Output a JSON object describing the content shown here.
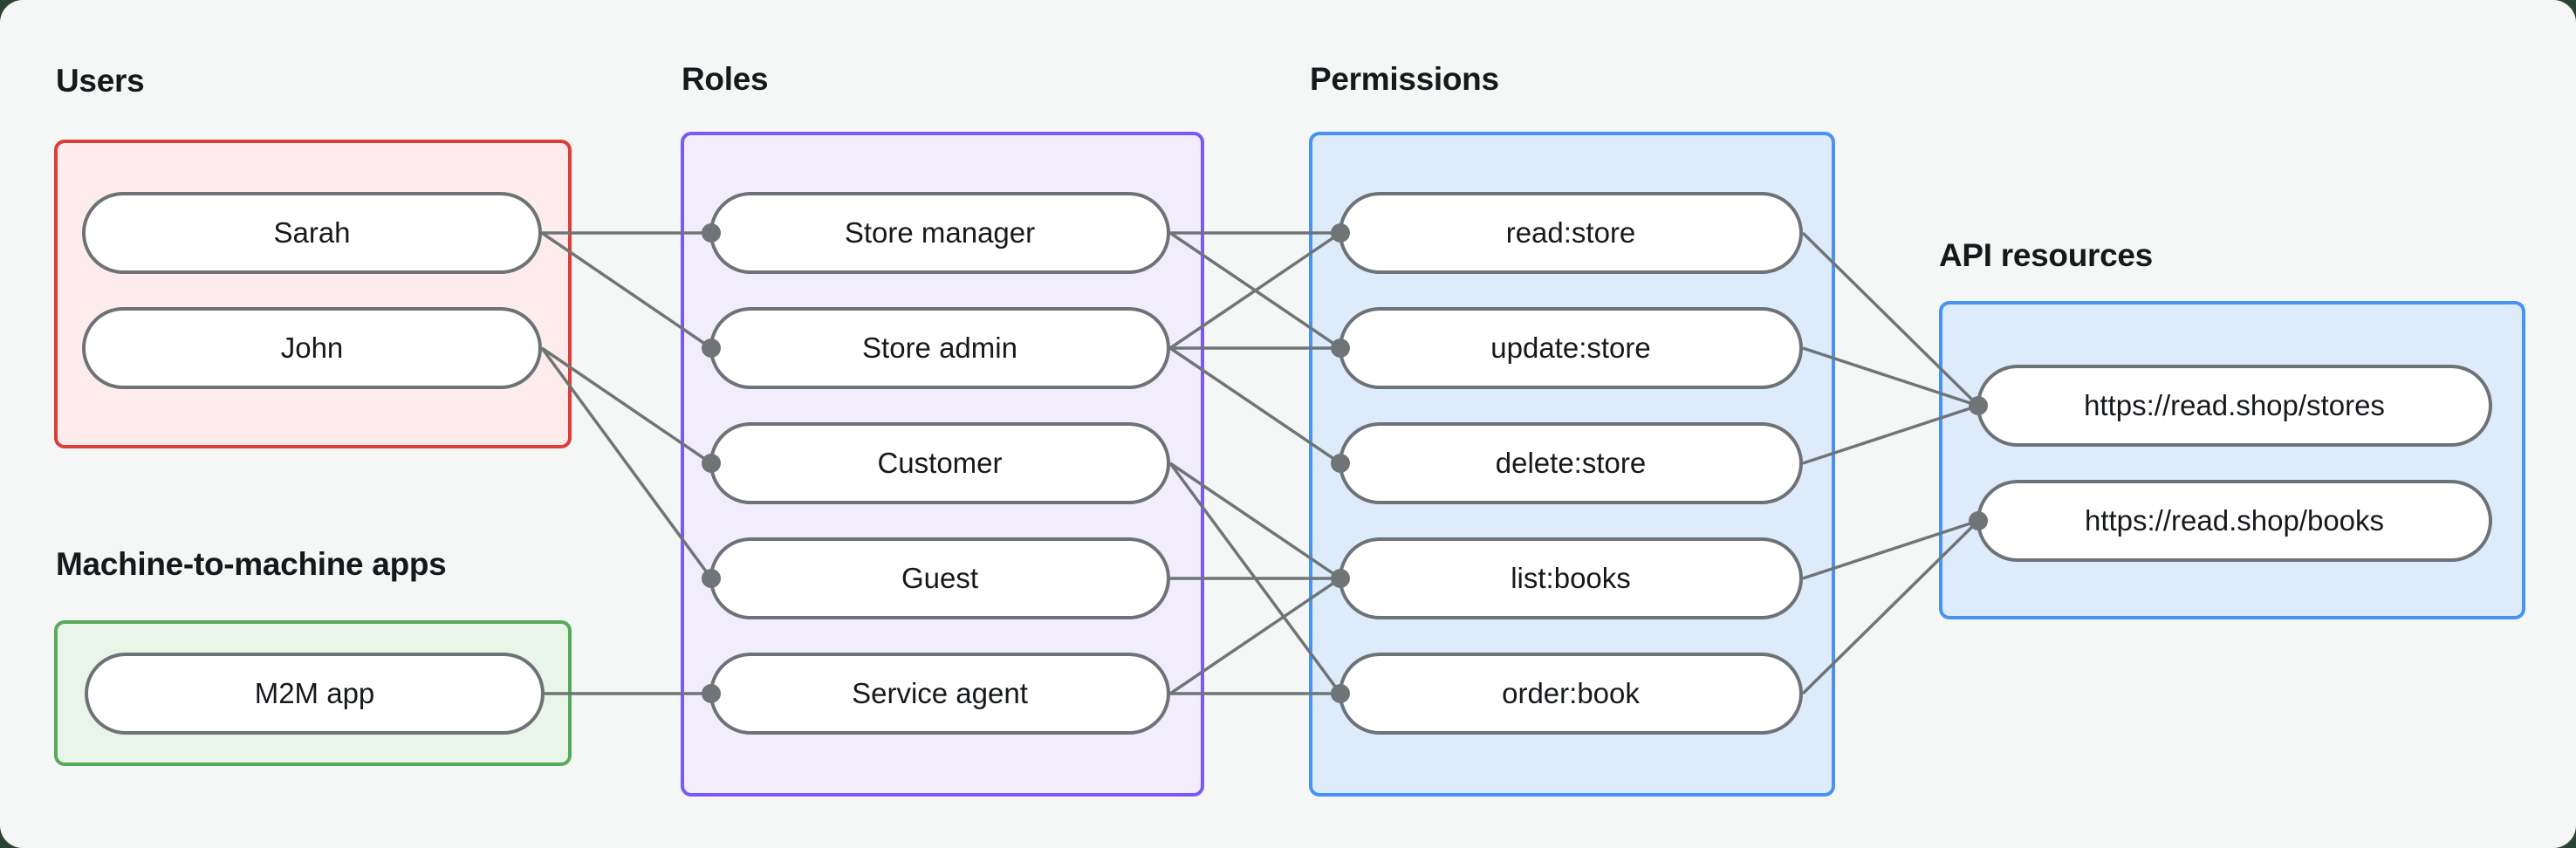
{
  "groups": {
    "users": {
      "label": "Users",
      "items": [
        {
          "id": "sarah",
          "label": "Sarah"
        },
        {
          "id": "john",
          "label": "John"
        }
      ]
    },
    "m2m": {
      "label": "Machine-to-machine apps",
      "items": [
        {
          "id": "m2m-app",
          "label": "M2M app"
        }
      ]
    },
    "roles": {
      "label": "Roles",
      "items": [
        {
          "id": "store-manager",
          "label": "Store manager"
        },
        {
          "id": "store-admin",
          "label": "Store admin"
        },
        {
          "id": "customer",
          "label": "Customer"
        },
        {
          "id": "guest",
          "label": "Guest"
        },
        {
          "id": "service-agent",
          "label": "Service agent"
        }
      ]
    },
    "permissions": {
      "label": "Permissions",
      "items": [
        {
          "id": "read-store",
          "label": "read:store"
        },
        {
          "id": "update-store",
          "label": "update:store"
        },
        {
          "id": "delete-store",
          "label": "delete:store"
        },
        {
          "id": "list-books",
          "label": "list:books"
        },
        {
          "id": "order-book",
          "label": "order:book"
        }
      ]
    },
    "api_resources": {
      "label": "API resources",
      "items": [
        {
          "id": "stores",
          "label": "https://read.shop/stores"
        },
        {
          "id": "books",
          "label": "https://read.shop/books"
        }
      ]
    }
  },
  "edges": [
    [
      "sarah",
      "store-manager"
    ],
    [
      "sarah",
      "store-admin"
    ],
    [
      "john",
      "customer"
    ],
    [
      "john",
      "guest"
    ],
    [
      "m2m-app",
      "service-agent"
    ],
    [
      "store-manager",
      "read-store"
    ],
    [
      "store-manager",
      "update-store"
    ],
    [
      "store-admin",
      "read-store"
    ],
    [
      "store-admin",
      "update-store"
    ],
    [
      "store-admin",
      "delete-store"
    ],
    [
      "customer",
      "list-books"
    ],
    [
      "customer",
      "order-book"
    ],
    [
      "guest",
      "list-books"
    ],
    [
      "service-agent",
      "list-books"
    ],
    [
      "service-agent",
      "order-book"
    ],
    [
      "read-store",
      "stores"
    ],
    [
      "update-store",
      "stores"
    ],
    [
      "delete-store",
      "stores"
    ],
    [
      "list-books",
      "books"
    ],
    [
      "order-book",
      "books"
    ]
  ],
  "colors": {
    "page_background": "#2a4334",
    "canvas_background": "#f5f7f6",
    "users_border": "#dd3d37",
    "users_fill": "#fdeceb",
    "m2m_border": "#57a95b",
    "m2m_fill": "#eaf5e9",
    "roles_border": "#7b58f8",
    "roles_fill": "#f2edfd",
    "permissions_border": "#4792f4",
    "permissions_fill": "#ddebfb",
    "connector": "#6f7477",
    "node_border": "#6d7277",
    "text": "#16191c"
  }
}
